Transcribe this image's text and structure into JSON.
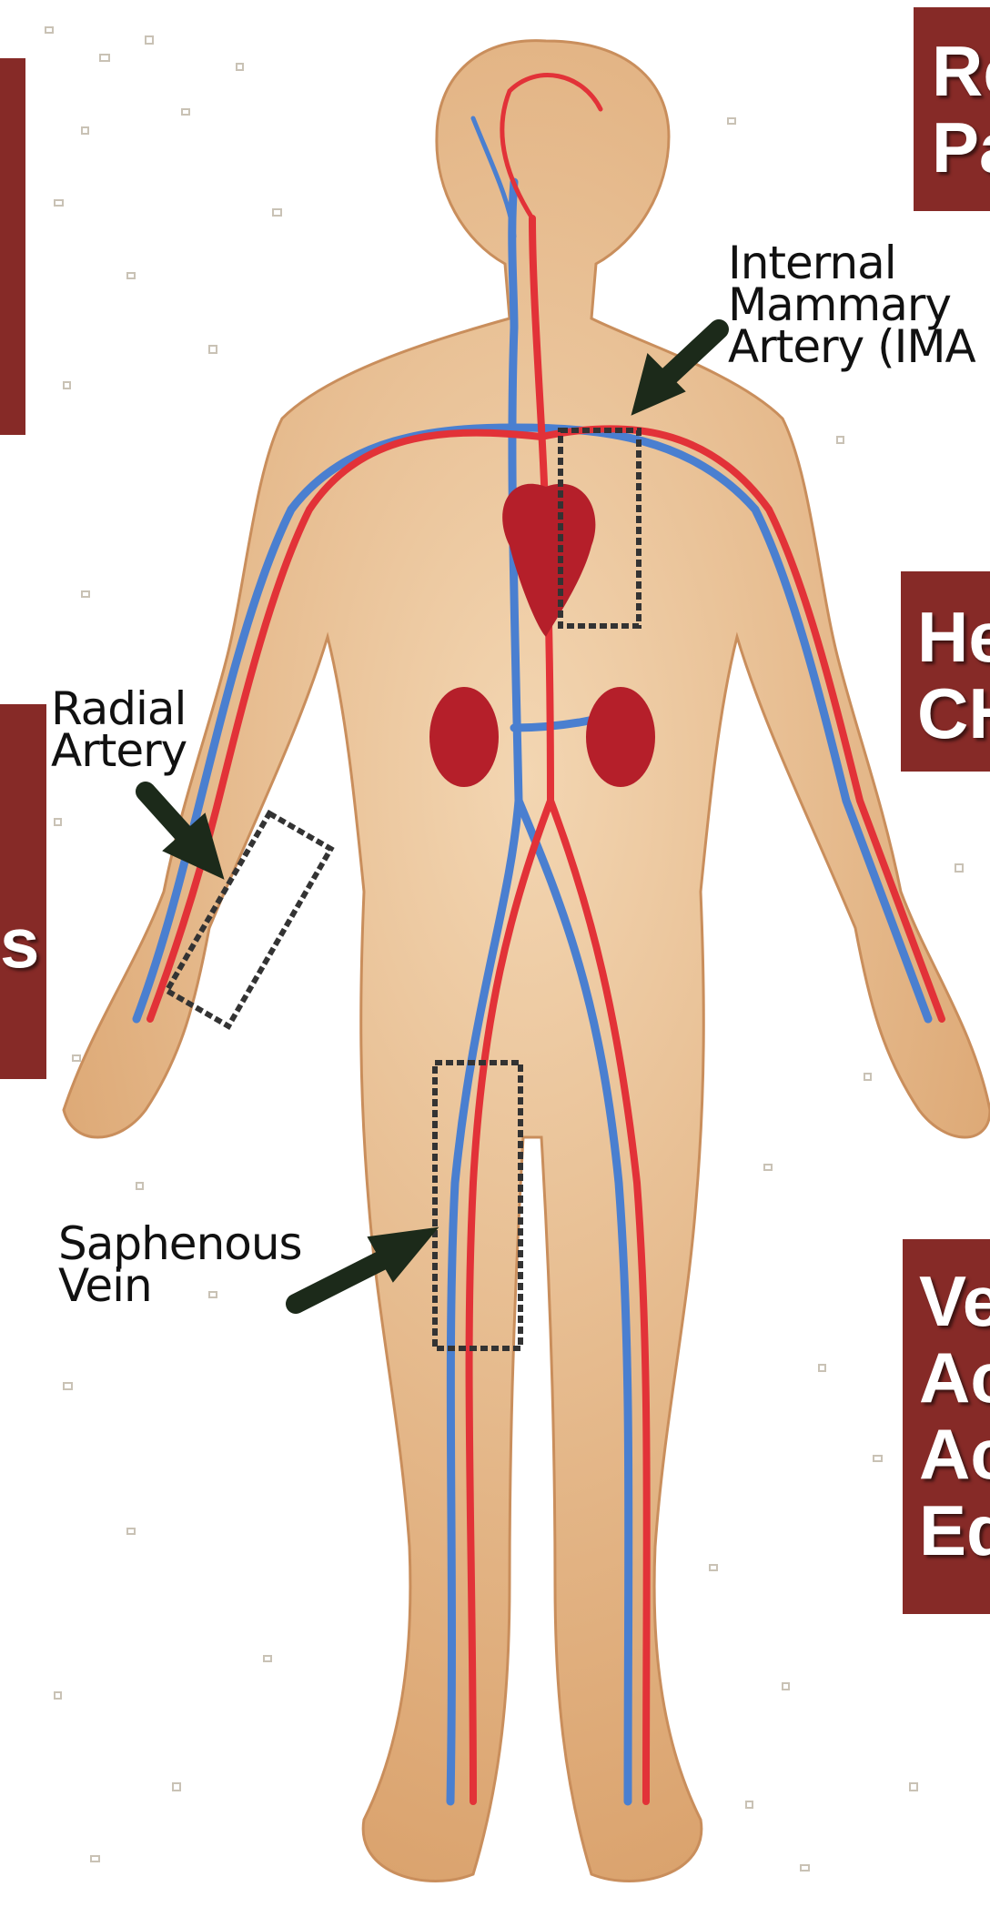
{
  "labels": {
    "internal_mammary": "Internal\nMammary\nArtery (IMA",
    "radial": "Radial\nArtery",
    "saphenous": "Saphenous\nVein"
  },
  "panels": {
    "top_right": "Re\nPa",
    "mid_right": "He\nCH",
    "left_middle": "s",
    "bottom_right": "Ve\nAc\nAc\nEd"
  },
  "colors": {
    "panel": "#862a27",
    "artery": "#e23238",
    "vein": "#4a7fd0",
    "skin": "#e7b98a",
    "organ": "#b51f2a",
    "arrow": "#1c2a1a"
  }
}
